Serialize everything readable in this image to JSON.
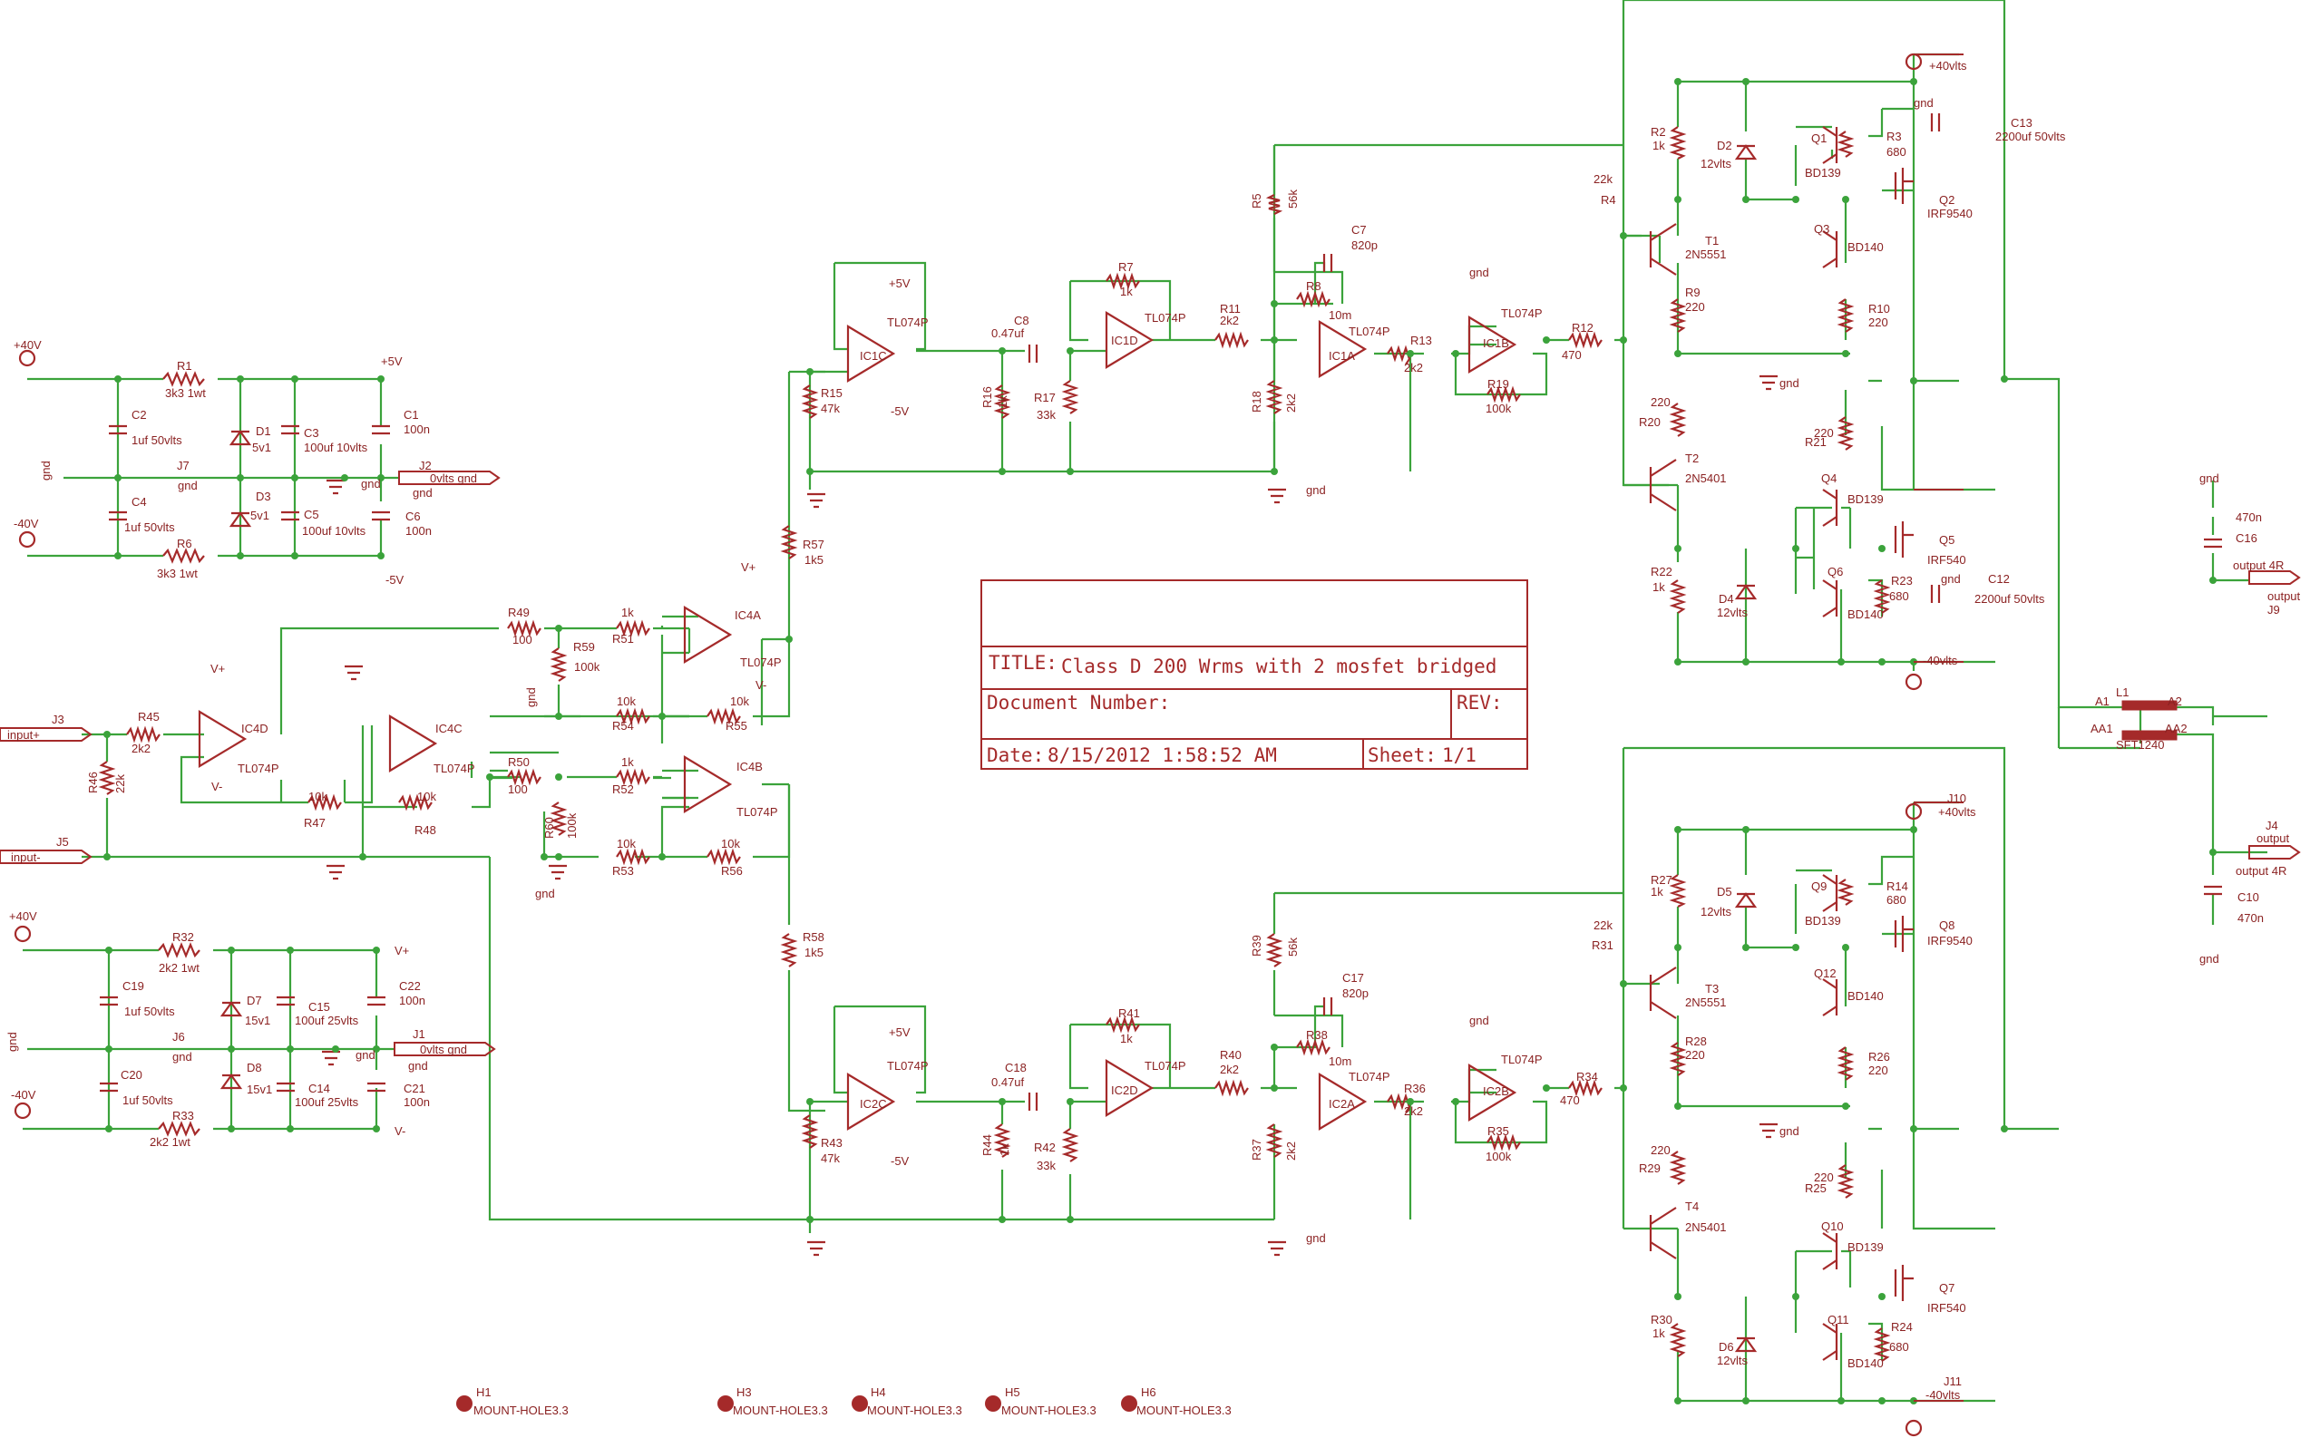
{
  "title_block": {
    "title_label": "TITLE:",
    "title": "Class D 200 Wrms with 2 mosfet  bridged",
    "doc_label": "Document Number:",
    "rev_label": "REV:",
    "date_label": "Date:",
    "date": "8/15/2012 1:58:52 AM",
    "sheet_label": "Sheet:",
    "sheet": "1/1"
  },
  "labels": [
    {
      "id": "t1",
      "text": "+40V"
    },
    {
      "id": "t2",
      "text": "R1"
    },
    {
      "id": "t3",
      "text": "3k3 1wt"
    },
    {
      "id": "t4",
      "text": "+5V"
    },
    {
      "id": "t5",
      "text": "C2"
    },
    {
      "id": "t6",
      "text": "1uf 50vlts"
    },
    {
      "id": "t7",
      "text": "D1"
    },
    {
      "id": "t8",
      "text": "5v1"
    },
    {
      "id": "t9",
      "text": "C3"
    },
    {
      "id": "t10",
      "text": "100uf 10vlts"
    },
    {
      "id": "t11",
      "text": "C1"
    },
    {
      "id": "t12",
      "text": "100n"
    },
    {
      "id": "t13",
      "text": "gnd"
    },
    {
      "id": "t14",
      "text": "J7"
    },
    {
      "id": "t15",
      "text": "gnd"
    },
    {
      "id": "t16",
      "text": "gnd"
    },
    {
      "id": "t17",
      "text": "J2"
    },
    {
      "id": "t18",
      "text": "0vlts gnd"
    },
    {
      "id": "t19",
      "text": "gnd"
    },
    {
      "id": "t20",
      "text": "C4"
    },
    {
      "id": "t21",
      "text": "1uf 50vlts"
    },
    {
      "id": "t22",
      "text": "D3"
    },
    {
      "id": "t23",
      "text": "5v1"
    },
    {
      "id": "t24",
      "text": "C5"
    },
    {
      "id": "t25",
      "text": "100uf 10vlts"
    },
    {
      "id": "t26",
      "text": "C6"
    },
    {
      "id": "t27",
      "text": "100n"
    },
    {
      "id": "t28",
      "text": "-40V"
    },
    {
      "id": "t29",
      "text": "R6"
    },
    {
      "id": "t30",
      "text": "3k3 1wt"
    },
    {
      "id": "t31",
      "text": "-5V"
    },
    {
      "id": "t32",
      "text": "+40V"
    },
    {
      "id": "t33",
      "text": "R32"
    },
    {
      "id": "t34",
      "text": "2k2 1wt"
    },
    {
      "id": "t35",
      "text": "V+"
    },
    {
      "id": "t36",
      "text": "C19"
    },
    {
      "id": "t37",
      "text": "1uf 50vlts"
    },
    {
      "id": "t38",
      "text": "D7"
    },
    {
      "id": "t39",
      "text": "15v1"
    },
    {
      "id": "t40",
      "text": "C15"
    },
    {
      "id": "t41",
      "text": "100uf 25vlts"
    },
    {
      "id": "t42",
      "text": "C22"
    },
    {
      "id": "t43",
      "text": "100n"
    },
    {
      "id": "t44",
      "text": "gnd"
    },
    {
      "id": "t45",
      "text": "J6"
    },
    {
      "id": "t46",
      "text": "gnd"
    },
    {
      "id": "t47",
      "text": "gnd"
    },
    {
      "id": "t48",
      "text": "J1"
    },
    {
      "id": "t49",
      "text": "0vlts gnd"
    },
    {
      "id": "t50",
      "text": "gnd"
    },
    {
      "id": "t51",
      "text": "C20"
    },
    {
      "id": "t52",
      "text": "1uf 50vlts"
    },
    {
      "id": "t53",
      "text": "D8"
    },
    {
      "id": "t54",
      "text": "15v1"
    },
    {
      "id": "t55",
      "text": "C14"
    },
    {
      "id": "t56",
      "text": "100uf 25vlts"
    },
    {
      "id": "t57",
      "text": "C21"
    },
    {
      "id": "t58",
      "text": "100n"
    },
    {
      "id": "t59",
      "text": "-40V"
    },
    {
      "id": "t60",
      "text": "R33"
    },
    {
      "id": "t61",
      "text": "2k2 1wt"
    },
    {
      "id": "t62",
      "text": "V-"
    },
    {
      "id": "t63",
      "text": "J3"
    },
    {
      "id": "t64",
      "text": "input+"
    },
    {
      "id": "t65",
      "text": "R45"
    },
    {
      "id": "t66",
      "text": "2k2"
    },
    {
      "id": "t67",
      "text": "R46"
    },
    {
      "id": "t68",
      "text": "22k"
    },
    {
      "id": "t69",
      "text": "J5"
    },
    {
      "id": "t70",
      "text": "input-"
    },
    {
      "id": "t71",
      "text": "V+"
    },
    {
      "id": "t72",
      "text": "IC4D"
    },
    {
      "id": "t73",
      "text": "TL074P"
    },
    {
      "id": "t74",
      "text": "V-"
    },
    {
      "id": "t75",
      "text": "10k"
    },
    {
      "id": "t76",
      "text": "R47"
    },
    {
      "id": "t77",
      "text": "IC4C"
    },
    {
      "id": "t78",
      "text": "TL074P"
    },
    {
      "id": "t79",
      "text": "10k"
    },
    {
      "id": "t80",
      "text": "R48"
    },
    {
      "id": "t81",
      "text": "R49"
    },
    {
      "id": "t82",
      "text": "100"
    },
    {
      "id": "t83",
      "text": "1k"
    },
    {
      "id": "t84",
      "text": "R51"
    },
    {
      "id": "t85",
      "text": "R59"
    },
    {
      "id": "t86",
      "text": "100k"
    },
    {
      "id": "t87",
      "text": "gnd"
    },
    {
      "id": "t88",
      "text": "10k"
    },
    {
      "id": "t89",
      "text": "R54"
    },
    {
      "id": "t90",
      "text": "10k"
    },
    {
      "id": "t91",
      "text": "R55"
    },
    {
      "id": "t92",
      "text": "V+"
    },
    {
      "id": "t93",
      "text": "IC4A"
    },
    {
      "id": "t94",
      "text": "TL074P"
    },
    {
      "id": "t95",
      "text": "V-"
    },
    {
      "id": "t96",
      "text": "R50"
    },
    {
      "id": "t97",
      "text": "100"
    },
    {
      "id": "t98",
      "text": "1k"
    },
    {
      "id": "t99",
      "text": "R52"
    },
    {
      "id": "t100",
      "text": "R60"
    },
    {
      "id": "t101",
      "text": "100k"
    },
    {
      "id": "t102",
      "text": "gnd"
    },
    {
      "id": "t103",
      "text": "10k"
    },
    {
      "id": "t104",
      "text": "R53"
    },
    {
      "id": "t105",
      "text": "10k"
    },
    {
      "id": "t106",
      "text": "R56"
    },
    {
      "id": "t107",
      "text": "IC4B"
    },
    {
      "id": "t108",
      "text": "TL074P"
    },
    {
      "id": "t109",
      "text": "R57"
    },
    {
      "id": "t110",
      "text": "1k5"
    },
    {
      "id": "t111",
      "text": "R58"
    },
    {
      "id": "t112",
      "text": "1k5"
    },
    {
      "id": "t113",
      "text": "+5V"
    },
    {
      "id": "t114",
      "text": "TL074P"
    },
    {
      "id": "t115",
      "text": "IC1C"
    },
    {
      "id": "t116",
      "text": "-5V"
    },
    {
      "id": "t117",
      "text": "R15"
    },
    {
      "id": "t118",
      "text": "47k"
    },
    {
      "id": "t119",
      "text": "C8"
    },
    {
      "id": "t120",
      "text": "0.47uf"
    },
    {
      "id": "t121",
      "text": "R16"
    },
    {
      "id": "t122",
      "text": "1k"
    },
    {
      "id": "t123",
      "text": "R17"
    },
    {
      "id": "t124",
      "text": "33k"
    },
    {
      "id": "t125",
      "text": "R7"
    },
    {
      "id": "t126",
      "text": "1k"
    },
    {
      "id": "t127",
      "text": "TL074P"
    },
    {
      "id": "t128",
      "text": "IC1D"
    },
    {
      "id": "t129",
      "text": "R11"
    },
    {
      "id": "t130",
      "text": "2k2"
    },
    {
      "id": "t131",
      "text": "R5"
    },
    {
      "id": "t132",
      "text": "56k"
    },
    {
      "id": "t133",
      "text": "C7"
    },
    {
      "id": "t134",
      "text": "820p"
    },
    {
      "id": "t135",
      "text": "R8"
    },
    {
      "id": "t136",
      "text": "10m"
    },
    {
      "id": "t137",
      "text": "TL074P"
    },
    {
      "id": "t138",
      "text": "IC1A"
    },
    {
      "id": "t139",
      "text": "R18"
    },
    {
      "id": "t140",
      "text": "2k2"
    },
    {
      "id": "t141",
      "text": "gnd"
    },
    {
      "id": "t142",
      "text": "R13"
    },
    {
      "id": "t143",
      "text": "2k2"
    },
    {
      "id": "t144",
      "text": "gnd"
    },
    {
      "id": "t145",
      "text": "TL074P"
    },
    {
      "id": "t146",
      "text": "IC1B"
    },
    {
      "id": "t147",
      "text": "R19"
    },
    {
      "id": "t148",
      "text": "100k"
    },
    {
      "id": "t149",
      "text": "R12"
    },
    {
      "id": "t150",
      "text": "470"
    },
    {
      "id": "t151",
      "text": "+5V"
    },
    {
      "id": "t152",
      "text": "TL074P"
    },
    {
      "id": "t153",
      "text": "IC2C"
    },
    {
      "id": "t154",
      "text": "-5V"
    },
    {
      "id": "t155",
      "text": "R43"
    },
    {
      "id": "t156",
      "text": "47k"
    },
    {
      "id": "t157",
      "text": "C18"
    },
    {
      "id": "t158",
      "text": "0.47uf"
    },
    {
      "id": "t159",
      "text": "R44"
    },
    {
      "id": "t160",
      "text": "1k"
    },
    {
      "id": "t161",
      "text": "R42"
    },
    {
      "id": "t162",
      "text": "33k"
    },
    {
      "id": "t163",
      "text": "R41"
    },
    {
      "id": "t164",
      "text": "1k"
    },
    {
      "id": "t165",
      "text": "TL074P"
    },
    {
      "id": "t166",
      "text": "IC2D"
    },
    {
      "id": "t167",
      "text": "R40"
    },
    {
      "id": "t168",
      "text": "2k2"
    },
    {
      "id": "t169",
      "text": "R39"
    },
    {
      "id": "t170",
      "text": "56k"
    },
    {
      "id": "t171",
      "text": "C17"
    },
    {
      "id": "t172",
      "text": "820p"
    },
    {
      "id": "t173",
      "text": "R38"
    },
    {
      "id": "t174",
      "text": "10m"
    },
    {
      "id": "t175",
      "text": "TL074P"
    },
    {
      "id": "t176",
      "text": "IC2A"
    },
    {
      "id": "t177",
      "text": "R37"
    },
    {
      "id": "t178",
      "text": "2k2"
    },
    {
      "id": "t179",
      "text": "gnd"
    },
    {
      "id": "t180",
      "text": "R36"
    },
    {
      "id": "t181",
      "text": "2k2"
    },
    {
      "id": "t182",
      "text": "gnd"
    },
    {
      "id": "t183",
      "text": "TL074P"
    },
    {
      "id": "t184",
      "text": "IC2B"
    },
    {
      "id": "t185",
      "text": "R35"
    },
    {
      "id": "t186",
      "text": "100k"
    },
    {
      "id": "t187",
      "text": "R34"
    },
    {
      "id": "t188",
      "text": "470"
    },
    {
      "id": "t189",
      "text": "22k"
    },
    {
      "id": "t190",
      "text": "R4"
    },
    {
      "id": "t191",
      "text": "R2"
    },
    {
      "id": "t192",
      "text": "1k"
    },
    {
      "id": "t193",
      "text": "D2"
    },
    {
      "id": "t194",
      "text": "12vlts"
    },
    {
      "id": "t195",
      "text": "Q1"
    },
    {
      "id": "t196",
      "text": "BD139"
    },
    {
      "id": "t197",
      "text": "R3"
    },
    {
      "id": "t198",
      "text": "680"
    },
    {
      "id": "t199",
      "text": "Q2"
    },
    {
      "id": "t200",
      "text": "IRF9540"
    },
    {
      "id": "t201",
      "text": "+40vlts"
    },
    {
      "id": "t202",
      "text": "gnd"
    },
    {
      "id": "t203",
      "text": "C13"
    },
    {
      "id": "t204",
      "text": "2200uf 50vlts"
    },
    {
      "id": "t205",
      "text": "T1"
    },
    {
      "id": "t206",
      "text": "2N5551"
    },
    {
      "id": "t207",
      "text": "Q3"
    },
    {
      "id": "t208",
      "text": "BD140"
    },
    {
      "id": "t209",
      "text": "R9"
    },
    {
      "id": "t210",
      "text": "220"
    },
    {
      "id": "t211",
      "text": "R10"
    },
    {
      "id": "t212",
      "text": "220"
    },
    {
      "id": "t213",
      "text": "gnd"
    },
    {
      "id": "t214",
      "text": "220"
    },
    {
      "id": "t215",
      "text": "R20"
    },
    {
      "id": "t216",
      "text": "220"
    },
    {
      "id": "t217",
      "text": "R21"
    },
    {
      "id": "t218",
      "text": "T2"
    },
    {
      "id": "t219",
      "text": "2N5401"
    },
    {
      "id": "t220",
      "text": "Q4"
    },
    {
      "id": "t221",
      "text": "BD139"
    },
    {
      "id": "t222",
      "text": "Q5"
    },
    {
      "id": "t223",
      "text": "IRF540"
    },
    {
      "id": "t224",
      "text": "R22"
    },
    {
      "id": "t225",
      "text": "1k"
    },
    {
      "id": "t226",
      "text": "D4"
    },
    {
      "id": "t227",
      "text": "12vlts"
    },
    {
      "id": "t228",
      "text": "Q6"
    },
    {
      "id": "t229",
      "text": "BD140"
    },
    {
      "id": "t230",
      "text": "R23"
    },
    {
      "id": "t231",
      "text": "680"
    },
    {
      "id": "t232",
      "text": "gnd"
    },
    {
      "id": "t233",
      "text": "C12"
    },
    {
      "id": "t234",
      "text": "2200uf 50vlts"
    },
    {
      "id": "t235",
      "text": "-40vlts"
    },
    {
      "id": "t236",
      "text": "22k"
    },
    {
      "id": "t237",
      "text": "R31"
    },
    {
      "id": "t238",
      "text": "R27"
    },
    {
      "id": "t239",
      "text": "1k"
    },
    {
      "id": "t240",
      "text": "D5"
    },
    {
      "id": "t241",
      "text": "12vlts"
    },
    {
      "id": "t242",
      "text": "Q9"
    },
    {
      "id": "t243",
      "text": "BD139"
    },
    {
      "id": "t244",
      "text": "R14"
    },
    {
      "id": "t245",
      "text": "680"
    },
    {
      "id": "t246",
      "text": "Q8"
    },
    {
      "id": "t247",
      "text": "IRF9540"
    },
    {
      "id": "t248",
      "text": "J10"
    },
    {
      "id": "t249",
      "text": "+40vlts"
    },
    {
      "id": "t250",
      "text": "T3"
    },
    {
      "id": "t251",
      "text": "2N5551"
    },
    {
      "id": "t252",
      "text": "Q12"
    },
    {
      "id": "t253",
      "text": "BD140"
    },
    {
      "id": "t254",
      "text": "R28"
    },
    {
      "id": "t255",
      "text": "220"
    },
    {
      "id": "t256",
      "text": "R26"
    },
    {
      "id": "t257",
      "text": "220"
    },
    {
      "id": "t258",
      "text": "gnd"
    },
    {
      "id": "t259",
      "text": "220"
    },
    {
      "id": "t260",
      "text": "R29"
    },
    {
      "id": "t261",
      "text": "220"
    },
    {
      "id": "t262",
      "text": "R25"
    },
    {
      "id": "t263",
      "text": "T4"
    },
    {
      "id": "t264",
      "text": "2N5401"
    },
    {
      "id": "t265",
      "text": "Q10"
    },
    {
      "id": "t266",
      "text": "BD139"
    },
    {
      "id": "t267",
      "text": "Q7"
    },
    {
      "id": "t268",
      "text": "IRF540"
    },
    {
      "id": "t269",
      "text": "R30"
    },
    {
      "id": "t270",
      "text": "1k"
    },
    {
      "id": "t271",
      "text": "D6"
    },
    {
      "id": "t272",
      "text": "12vlts"
    },
    {
      "id": "t273",
      "text": "Q11"
    },
    {
      "id": "t274",
      "text": "BD140"
    },
    {
      "id": "t275",
      "text": "R24"
    },
    {
      "id": "t276",
      "text": "680"
    },
    {
      "id": "t277",
      "text": "J11"
    },
    {
      "id": "t278",
      "text": "-40vlts"
    },
    {
      "id": "t279",
      "text": "gnd"
    },
    {
      "id": "t280",
      "text": "470n"
    },
    {
      "id": "t281",
      "text": "C16"
    },
    {
      "id": "t282",
      "text": "output 4R"
    },
    {
      "id": "t283",
      "text": "output"
    },
    {
      "id": "t284",
      "text": "J9"
    },
    {
      "id": "t285",
      "text": "A1"
    },
    {
      "id": "t286",
      "text": "L1"
    },
    {
      "id": "t287",
      "text": "A2"
    },
    {
      "id": "t288",
      "text": "AA1"
    },
    {
      "id": "t289",
      "text": "AA2"
    },
    {
      "id": "t290",
      "text": "SFT1240"
    },
    {
      "id": "t291",
      "text": "J4"
    },
    {
      "id": "t292",
      "text": "output"
    },
    {
      "id": "t293",
      "text": "output 4R"
    },
    {
      "id": "t294",
      "text": "C10"
    },
    {
      "id": "t295",
      "text": "470n"
    },
    {
      "id": "t296",
      "text": "gnd"
    },
    {
      "id": "t297",
      "text": "H1"
    },
    {
      "id": "t298",
      "text": "MOUNT-HOLE3.3"
    },
    {
      "id": "t299",
      "text": "H3"
    },
    {
      "id": "t300",
      "text": "MOUNT-HOLE3.3"
    },
    {
      "id": "t301",
      "text": "H4"
    },
    {
      "id": "t302",
      "text": "MOUNT-HOLE3.3"
    },
    {
      "id": "t303",
      "text": "H5"
    },
    {
      "id": "t304",
      "text": "MOUNT-HOLE3.3"
    },
    {
      "id": "t305",
      "text": "H6"
    },
    {
      "id": "t306",
      "text": "MOUNT-HOLE3.3"
    }
  ]
}
